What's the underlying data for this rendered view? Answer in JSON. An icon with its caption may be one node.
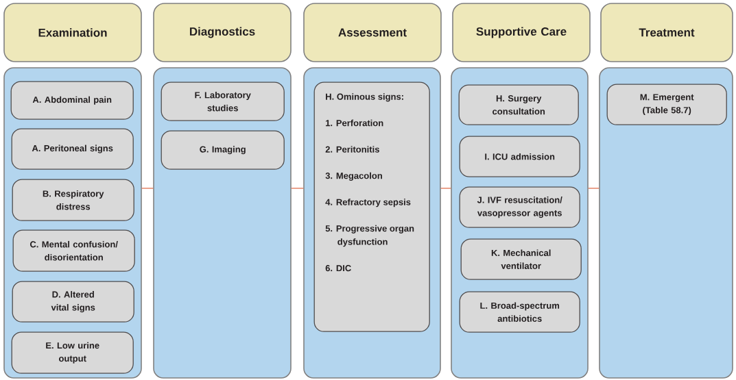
{
  "diagram": {
    "nodes": [
      {
        "text": [
          "Examination"
        ]
      },
      {
        "text": [
          "Diagnostics"
        ]
      },
      {
        "text": [
          "Assessment"
        ]
      },
      {
        "text": [
          "Supportive Care"
        ]
      },
      {
        "text": [
          "Treatment"
        ]
      },
      {
        "text": [],
        "shape": "box"
      },
      {
        "text": [
          "A. Abdominal pain"
        ],
        "in": 5
      },
      {
        "text": [
          "A. Peritoneal signs"
        ],
        "in": 5
      },
      {
        "text": [
          "B. Respiratory distress"
        ],
        "in": 5
      },
      {
        "text": [
          "C. Mental confusion/ disorientation"
        ],
        "in": 5
      },
      {
        "text": [
          "D. Altered vital signs"
        ],
        "in": 5
      },
      {
        "text": [
          "E. Low urine output"
        ],
        "in": 5
      },
      {
        "text": [],
        "shape": "box"
      },
      {
        "text": [
          "F. Laboratory studies"
        ],
        "in": 12
      },
      {
        "text": [
          "G. Imaging"
        ],
        "in": 12
      },
      {
        "text": [],
        "shape": "box"
      },
      {
        "text": [
          "H. Ominous signs:",
          "1. Perforation",
          "2. Peritonitis",
          "3. Megacolon",
          "4. Refractory sepsis",
          "5. Progressive organ dysfunction",
          "6. DIC"
        ],
        "in": 15
      },
      {
        "text": [],
        "shape": "box"
      },
      {
        "text": [
          "H. Surgery consultation"
        ],
        "in": 17
      },
      {
        "text": [
          "I. ICU admission"
        ],
        "in": 17
      },
      {
        "text": [
          "J. IVF resuscitation/ vasopressor agents"
        ],
        "in": 17
      },
      {
        "text": [
          "K. Mechanical ventilator"
        ],
        "in": 17
      },
      {
        "text": [
          "L. Broad-spectrum antibiotics"
        ],
        "in": 17
      },
      {
        "text": [],
        "shape": "box"
      },
      {
        "text": [
          "M. Emergent (Table 58.7)"
        ],
        "in": 23
      }
    ],
    "edges": [
      {
        "from": 5,
        "to": 12,
        "arrow": "none"
      },
      {
        "from": 12,
        "to": 15,
        "arrow": "none"
      },
      {
        "from": 15,
        "to": 17,
        "arrow": "none"
      },
      {
        "from": 17,
        "to": 23,
        "arrow": "none"
      }
    ]
  }
}
